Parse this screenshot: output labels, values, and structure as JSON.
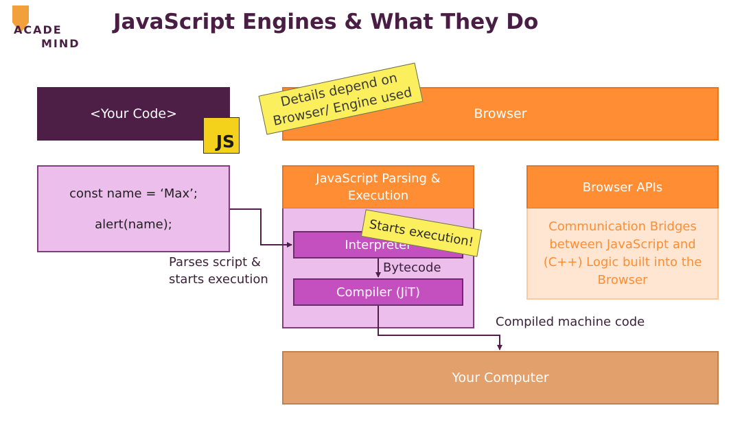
{
  "logo": {
    "line1": "ACADE",
    "line2": "MIND"
  },
  "title": "JavaScript Engines & What They Do",
  "boxes": {
    "your_code": "<Your Code>",
    "js_badge": "JS",
    "browser": "Browser",
    "code_lines": [
      "const name = ‘Max’;",
      "alert(name);"
    ],
    "parsing_header": [
      "JavaScript Parsing &",
      "Execution"
    ],
    "interpreter": "Interpreter",
    "compiler": "Compiler (JiT)",
    "browser_apis": "Browser APIs",
    "apis_description": [
      "Communication Bridges",
      "between JavaScript and",
      "(C++) Logic built into the",
      "Browser"
    ],
    "your_computer": "Your Computer"
  },
  "notes": {
    "details": [
      "Details depend on",
      "Browser/ Engine used"
    ],
    "starts_execution": "Starts execution!"
  },
  "labels": {
    "parses": [
      "Parses script &",
      "starts execution"
    ],
    "bytecode": "Bytecode",
    "compiled": "Compiled machine code"
  },
  "colors": {
    "dark_purple": "#4e1f46",
    "orange": "#fe8d33",
    "light_purple": "#ebbeeb",
    "magenta": "#c44fbf",
    "sticky_yellow": "#fbef5e",
    "js_yellow": "#f4d11b",
    "computer_brown": "#e2a06c",
    "apis_peach": "#fee6d2"
  }
}
